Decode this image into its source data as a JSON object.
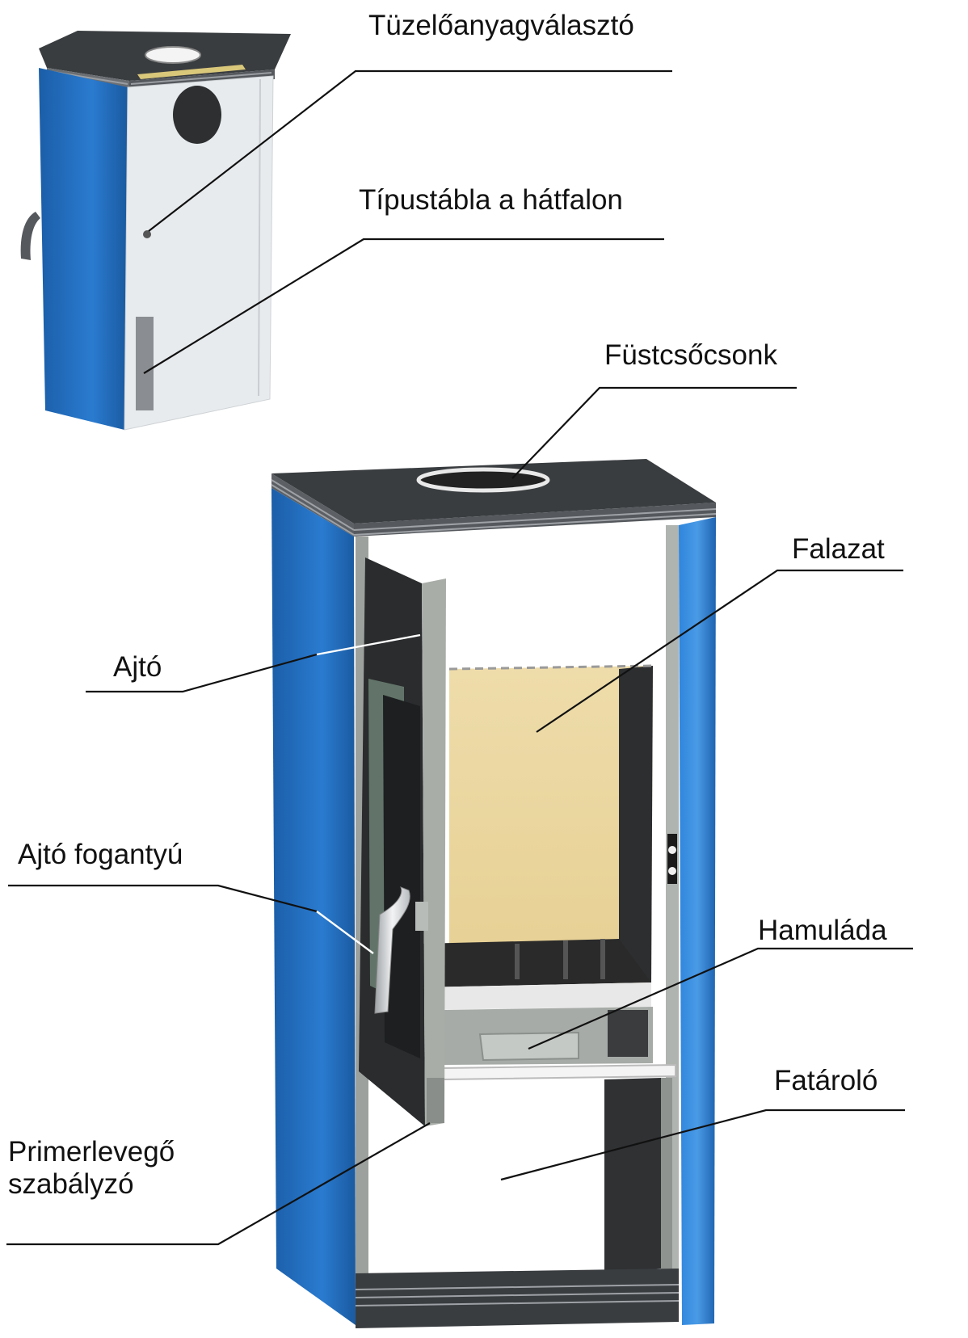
{
  "labels": {
    "fuel_selector": "Tüzelőanyagválasztó",
    "type_plate": "Típustábla a hátfalon",
    "flue_socket": "Füstcsőcsonk",
    "masonry": "Falazat",
    "door": "Ajtó",
    "door_handle": "Ajtó fogantyú",
    "ash_drawer": "Hamuláda",
    "wood_storage": "Fatároló",
    "primary_air_line1": "Primerlevegő",
    "primary_air_line2": "szabályzó"
  },
  "colors": {
    "side_blue": "#1f68b8",
    "side_blue_light": "#3b8ee0",
    "top_dark": "#3a3d40",
    "back_panel": "#e6e9ec",
    "door_dark": "#2a2c2e",
    "firebrick": "#ead8a6",
    "steel_gray": "#a9ada8",
    "leader_line": "#111111"
  }
}
